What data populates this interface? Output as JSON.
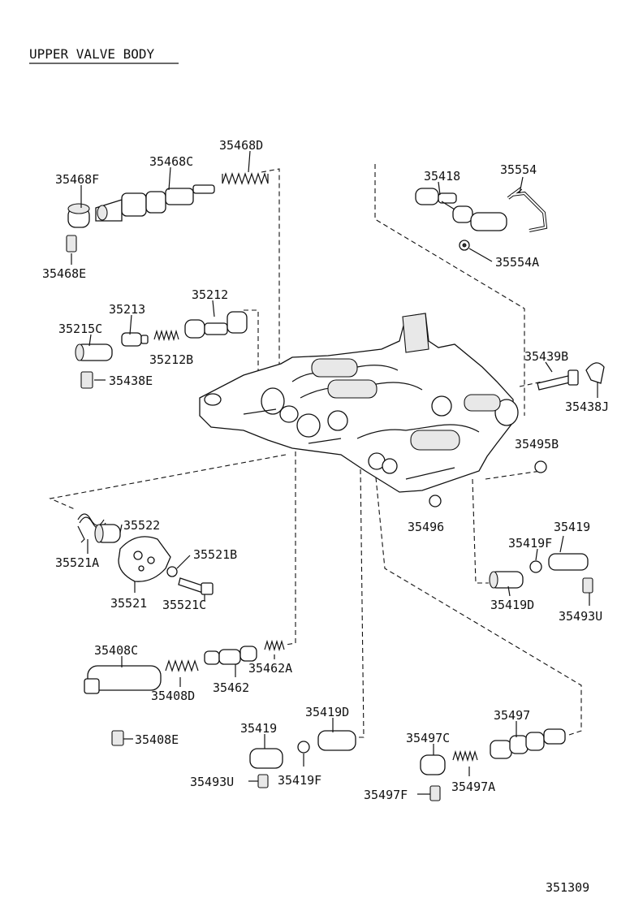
{
  "title": "UPPER VALVE BODY",
  "diagram_id": "351309",
  "labels": {
    "p35468F": "35468F",
    "p35468C": "35468C",
    "p35468D": "35468D",
    "p35468E": "35468E",
    "p35212": "35212",
    "p35213": "35213",
    "p35215C": "35215C",
    "p35212B": "35212B",
    "p35438E": "35438E",
    "p35418": "35418",
    "p35554": "35554",
    "p35554A": "35554A",
    "p35439B": "35439B",
    "p35438J": "35438J",
    "p35495B": "35495B",
    "p35496": "35496",
    "p35522": "35522",
    "p35521A": "35521A",
    "p35521B": "35521B",
    "p35521": "35521",
    "p35521C": "35521C",
    "p35419a": "35419",
    "p35419F_a": "35419F",
    "p35419D_a": "35419D",
    "p35493U_a": "35493U",
    "p35408C": "35408C",
    "p35408D": "35408D",
    "p35462": "35462",
    "p35462A": "35462A",
    "p35408E": "35408E",
    "p35419b": "35419",
    "p35419D_b": "35419D",
    "p35493U_b": "35493U",
    "p35419F_b": "35419F",
    "p35497": "35497",
    "p35497C": "35497C",
    "p35497A": "35497A",
    "p35497F": "35497F"
  }
}
